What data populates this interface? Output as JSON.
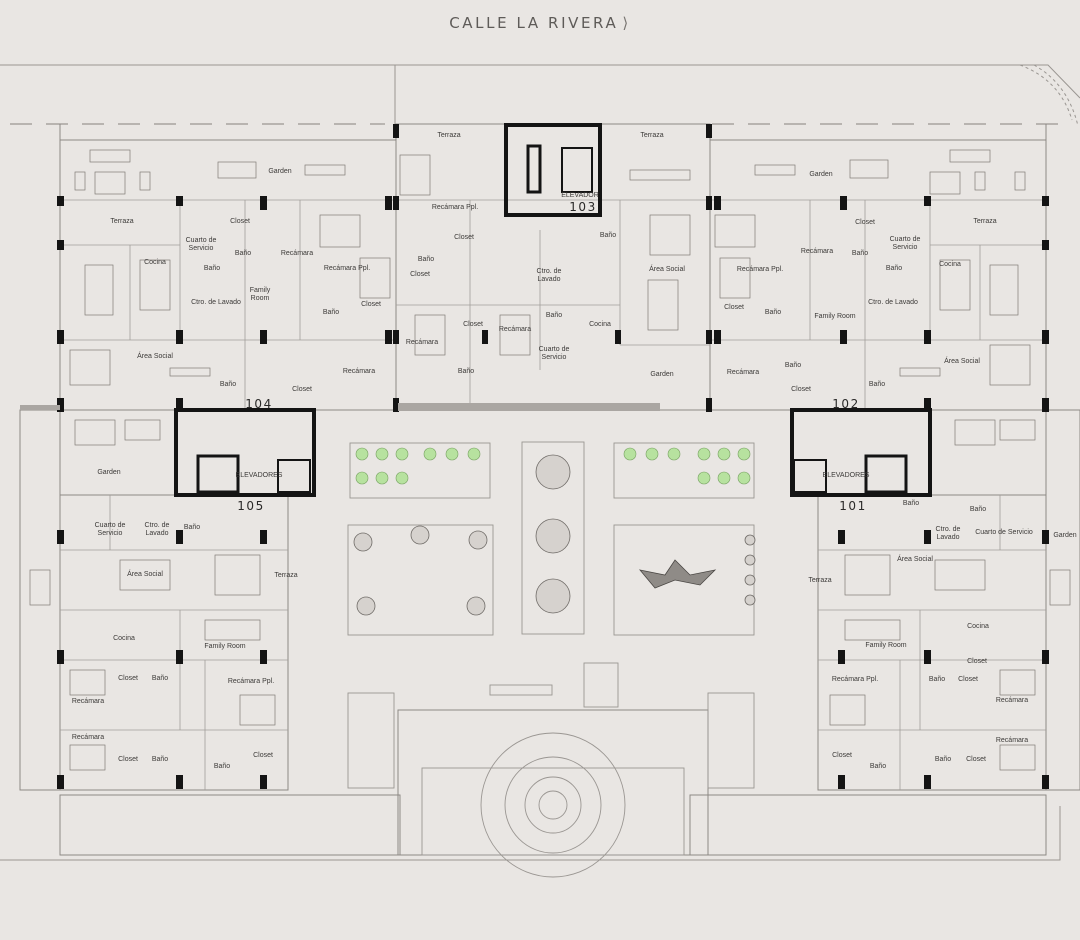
{
  "header": {
    "street": "CALLE LA RIVERA",
    "chevron_icon": "double-chevron-right-icon"
  },
  "units": {
    "u101": "101",
    "u102": "102",
    "u103": "103",
    "u104": "104",
    "u105": "105"
  },
  "labels": {
    "terraza": "Terraza",
    "garden": "Garden",
    "closet": "Closet",
    "bano": "Baño",
    "recamara": "Recámara",
    "recamara_ppl": "Recámara Ppl.",
    "cocina": "Cocina",
    "area_social": "Área Social",
    "family_room": "Family Room",
    "family": "Family",
    "room": "Room",
    "cuarto_de": "Cuarto de",
    "servicio": "Servicio",
    "cuarto_de_servicio": "Cuarto de Servicio",
    "ctro_de": "Ctro. de",
    "lavado": "Lavado",
    "ctro_de_lavado": "Ctro. de Lavado",
    "elevador": "ELEVADOR",
    "elevadores": "ELEVADORES"
  },
  "colors": {
    "background": "#e9e6e3",
    "line": "#8d8985",
    "wall": "#141414",
    "tree": "#b7e29f"
  }
}
